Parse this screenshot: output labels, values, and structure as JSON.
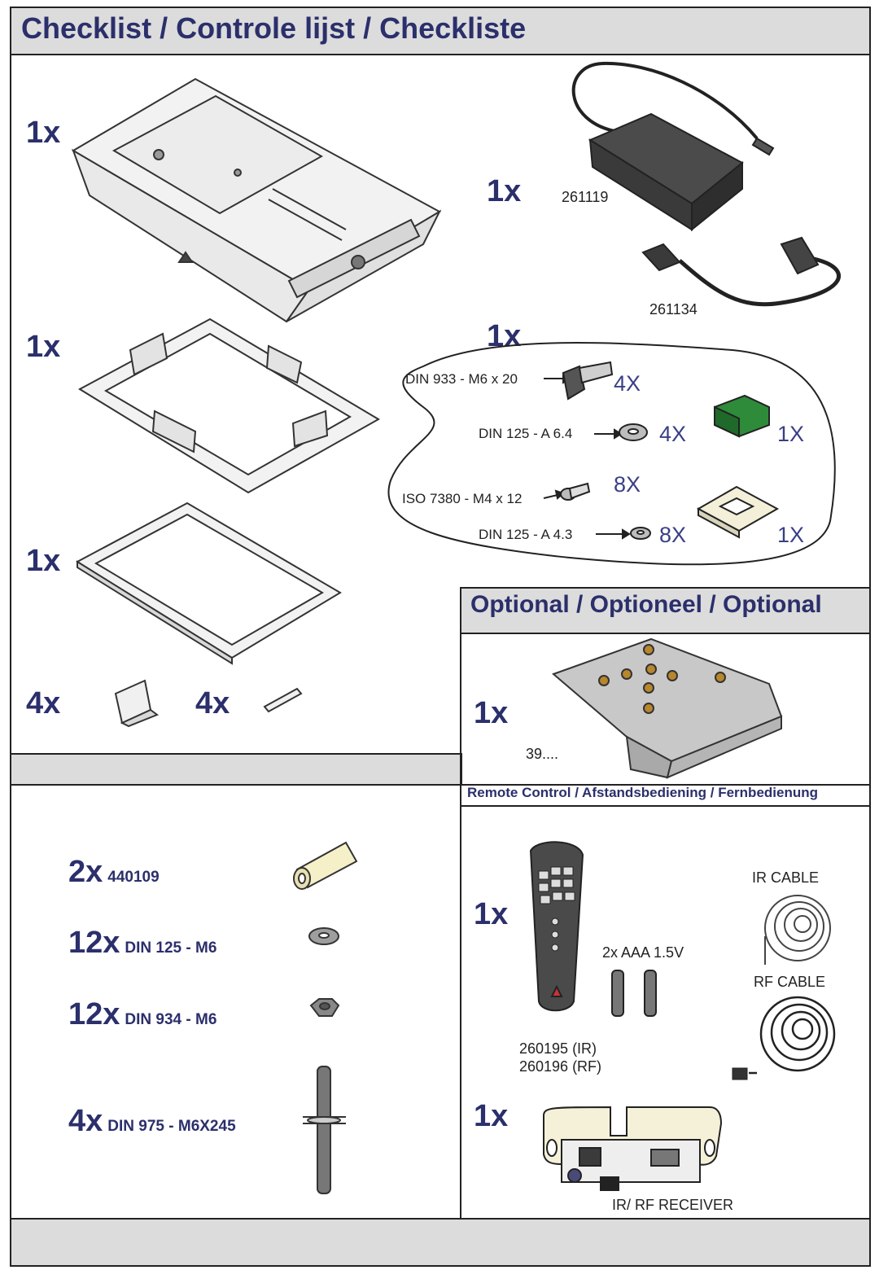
{
  "header": {
    "title": "Checklist / Controle lijst / Checkliste"
  },
  "main_items": [
    {
      "qty": "1x"
    },
    {
      "qty": "1x"
    },
    {
      "qty": "1x"
    },
    {
      "qty": "4x"
    },
    {
      "qty": "4x"
    }
  ],
  "power": {
    "adapter_qty": "1x",
    "adapter_code": "261119",
    "cable_code": "261134"
  },
  "hardware_bag": {
    "qty": "1x",
    "rows": [
      {
        "label": "DIN 933 - M6  x 20",
        "count": "4X"
      },
      {
        "label": "DIN 125 - A 6.4",
        "count": "4X"
      },
      {
        "label": "ISO 7380 - M4 x 12",
        "count": "8X"
      },
      {
        "label": "DIN 125 - A 4.3",
        "count": "8X"
      }
    ],
    "connector_count": "1X",
    "cable_mount_count": "1X"
  },
  "optional": {
    "title": "Optional / Optioneel / Optional",
    "qty": "1x",
    "code": "39...."
  },
  "remote": {
    "title": "Remote Control / Afstandsbediening / Fernbedienung",
    "qty": "1x",
    "battery": "2x AAA 1.5V",
    "code_ir": "260195 (IR)",
    "code_rf": "260196 (RF)",
    "ir_cable": "IR CABLE",
    "rf_cable": "RF CABLE",
    "receiver_qty": "1x",
    "receiver": "IR/ RF RECEIVER"
  },
  "extras": [
    {
      "qty": "2x",
      "text": "440109"
    },
    {
      "qty": "12x",
      "text": "DIN 125 - M6"
    },
    {
      "qty": "12x",
      "text": "DIN 934 - M6"
    },
    {
      "qty": "4x",
      "text": "DIN 975 - M6X245"
    }
  ],
  "colors": {
    "title": "#2b2f6b",
    "bar": "#dcdcdc",
    "connector": "#2e8b3a",
    "brass": "#b8862b"
  }
}
